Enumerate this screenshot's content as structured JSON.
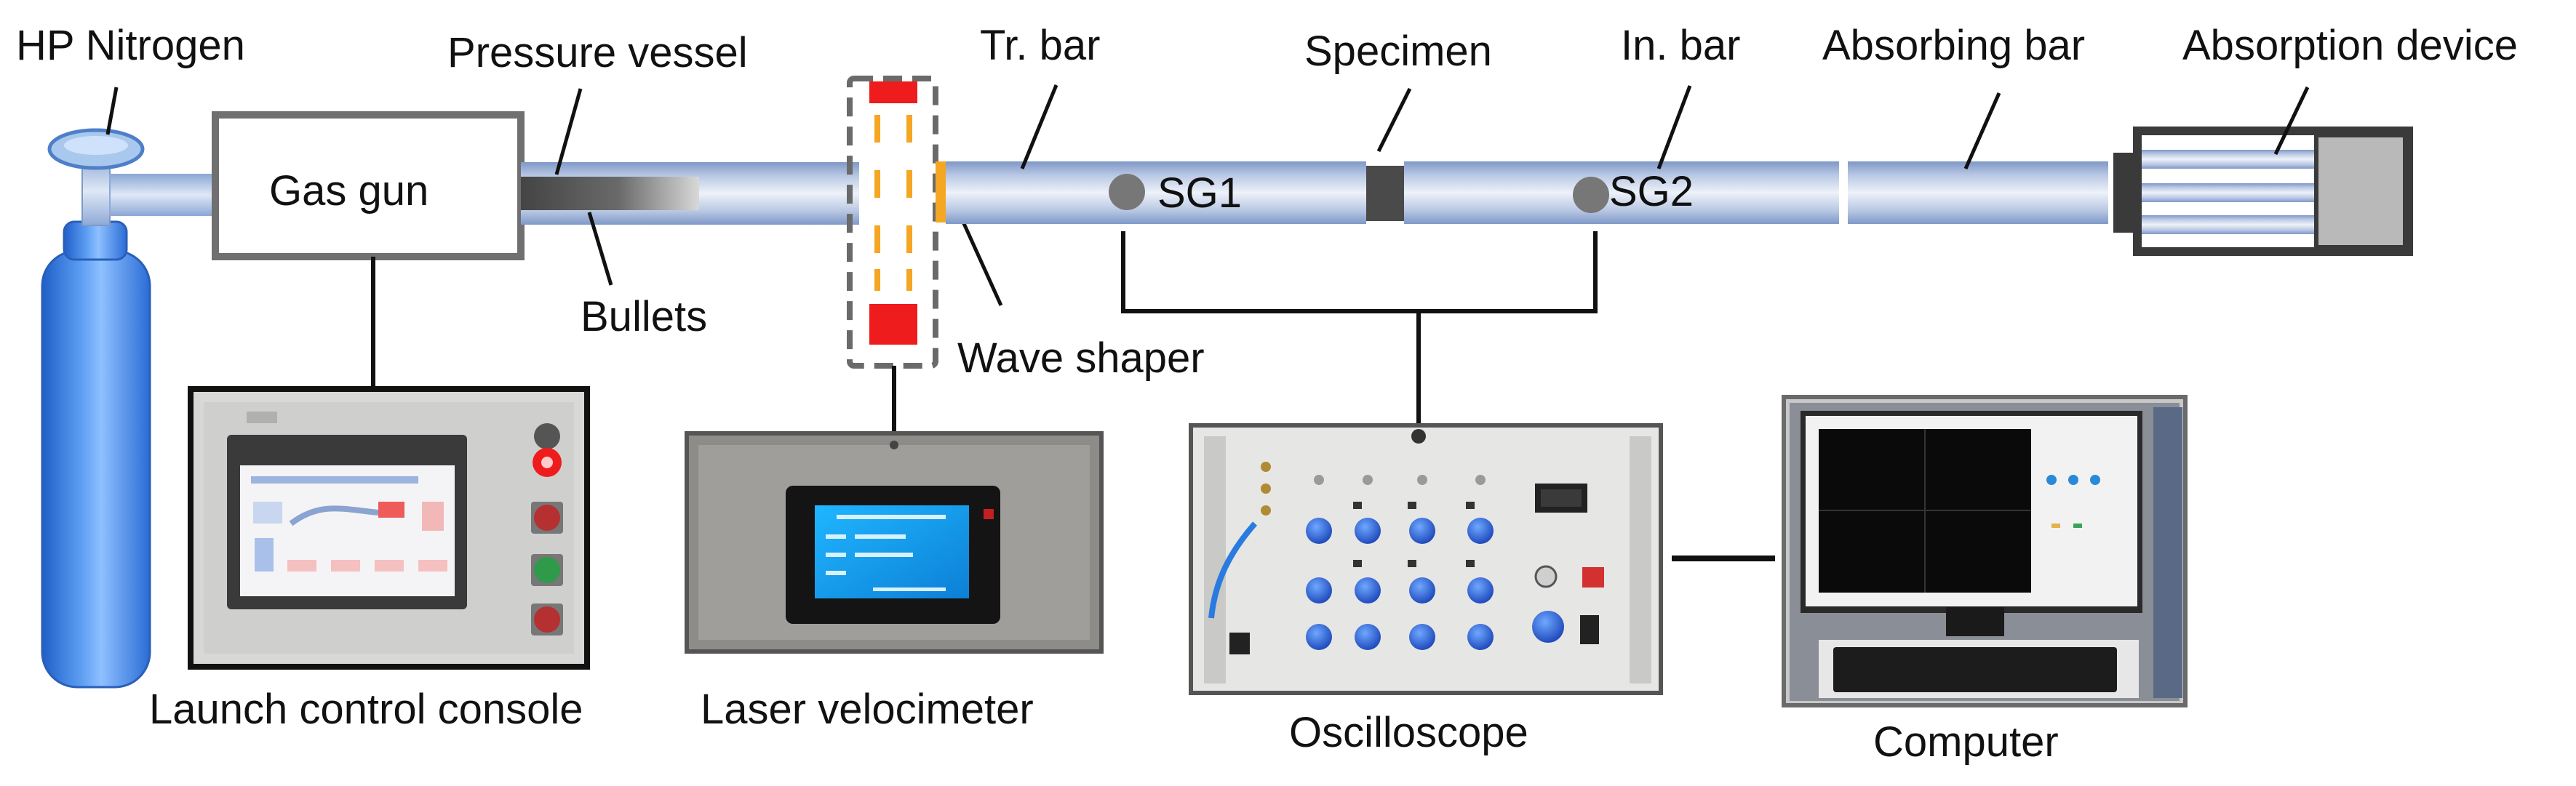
{
  "labels": {
    "hp_nitrogen": "HP Nitrogen",
    "pressure_vessel": "Pressure vessel",
    "gas_gun": "Gas gun",
    "bullets": "Bullets",
    "tr_bar": "Tr. bar",
    "wave_shaper": "Wave shaper",
    "specimen": "Specimen",
    "in_bar": "In. bar",
    "absorbing_bar": "Absorbing bar",
    "absorption_device": "Absorption device",
    "sg1": "SG1",
    "sg2": "SG2",
    "launch_control_console": "Launch control console",
    "laser_velocimeter": "Laser velocimeter",
    "oscilloscope": "Oscilloscope",
    "computer": "Computer"
  },
  "colors": {
    "bar_edge": "#7f98c7",
    "bar_center": "#e9eef7",
    "cylinder_blue": "#3f7fe0",
    "wave_shaper_orange": "#f5a623",
    "red_marker": "#ee1c1c",
    "specimen": "#4a4a4a",
    "strain_gauge": "#777777",
    "screen_blue": "#1aa3ff"
  },
  "icons": {
    "nitrogen_cylinder": "gas-cylinder-icon",
    "strain_gauge": "strain-gauge-dot-icon"
  }
}
